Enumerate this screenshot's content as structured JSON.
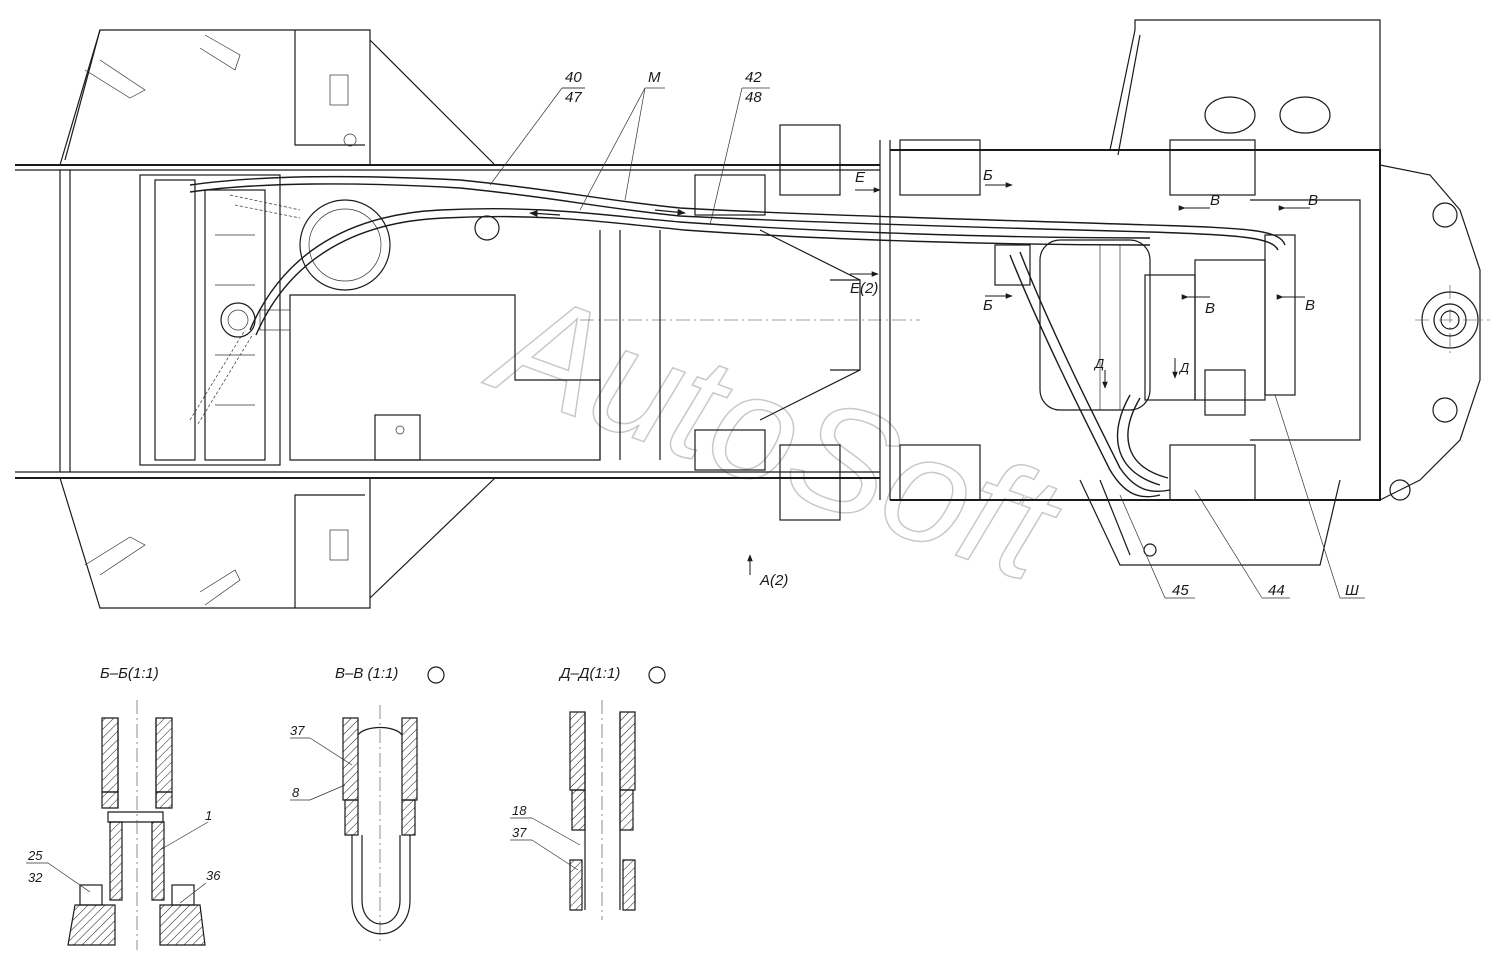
{
  "watermark": "AutoSoft",
  "callouts": {
    "c40": "40",
    "c47": "47",
    "cM": "M",
    "c42": "42",
    "c48": "48",
    "c45": "45",
    "c44": "44",
    "cSh": "Ш"
  },
  "section_marks": {
    "e": "E",
    "e2": "E(2)",
    "b_top": "Б",
    "b_left": "Б",
    "v_top": "В",
    "v_top2": "В",
    "v_mid": "В",
    "v_right": "В",
    "d_1": "Д",
    "d_2": "Д",
    "a2": "A(2)"
  },
  "sections": {
    "bb": {
      "title": "Б–Б(1:1)",
      "labels": [
        "1",
        "25",
        "32",
        "36"
      ]
    },
    "vv": {
      "title": "В–В (1:1)",
      "labels": [
        "37",
        "8"
      ]
    },
    "dd": {
      "title": "Д–Д(1:1)",
      "labels": [
        "18",
        "37"
      ]
    }
  }
}
